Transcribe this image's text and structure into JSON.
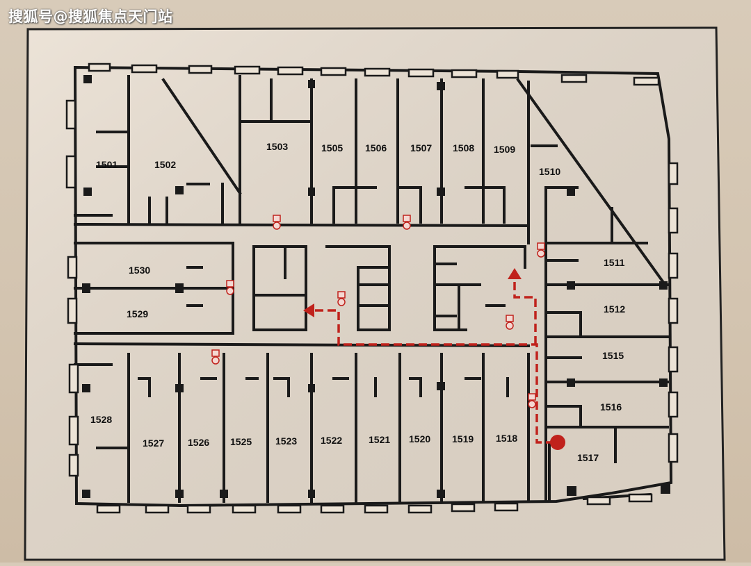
{
  "watermark": "搜狐号@搜狐焦点天门站",
  "colors": {
    "wall": "#1a1a1a",
    "route": "#c0221c",
    "board": "#e9dfd1",
    "background": "#d4c5b1"
  },
  "rooms": [
    {
      "id": "1501",
      "label": "1501"
    },
    {
      "id": "1502",
      "label": "1502"
    },
    {
      "id": "1503",
      "label": "1503"
    },
    {
      "id": "1505",
      "label": "1505"
    },
    {
      "id": "1506",
      "label": "1506"
    },
    {
      "id": "1507",
      "label": "1507"
    },
    {
      "id": "1508",
      "label": "1508"
    },
    {
      "id": "1509",
      "label": "1509"
    },
    {
      "id": "1510",
      "label": "1510"
    },
    {
      "id": "1511",
      "label": "1511"
    },
    {
      "id": "1512",
      "label": "1512"
    },
    {
      "id": "1515",
      "label": "1515"
    },
    {
      "id": "1516",
      "label": "1516"
    },
    {
      "id": "1517",
      "label": "1517"
    },
    {
      "id": "1518",
      "label": "1518"
    },
    {
      "id": "1519",
      "label": "1519"
    },
    {
      "id": "1520",
      "label": "1520"
    },
    {
      "id": "1521",
      "label": "1521"
    },
    {
      "id": "1522",
      "label": "1522"
    },
    {
      "id": "1523",
      "label": "1523"
    },
    {
      "id": "1525",
      "label": "1525"
    },
    {
      "id": "1526",
      "label": "1526"
    },
    {
      "id": "1527",
      "label": "1527"
    },
    {
      "id": "1528",
      "label": "1528"
    },
    {
      "id": "1529",
      "label": "1529"
    },
    {
      "id": "1530",
      "label": "1530"
    }
  ],
  "icons": {
    "you_are_here": "location-dot-icon",
    "fire_extinguisher": "fire-extinguisher-icon",
    "evacuation_arrow": "arrow-icon"
  }
}
